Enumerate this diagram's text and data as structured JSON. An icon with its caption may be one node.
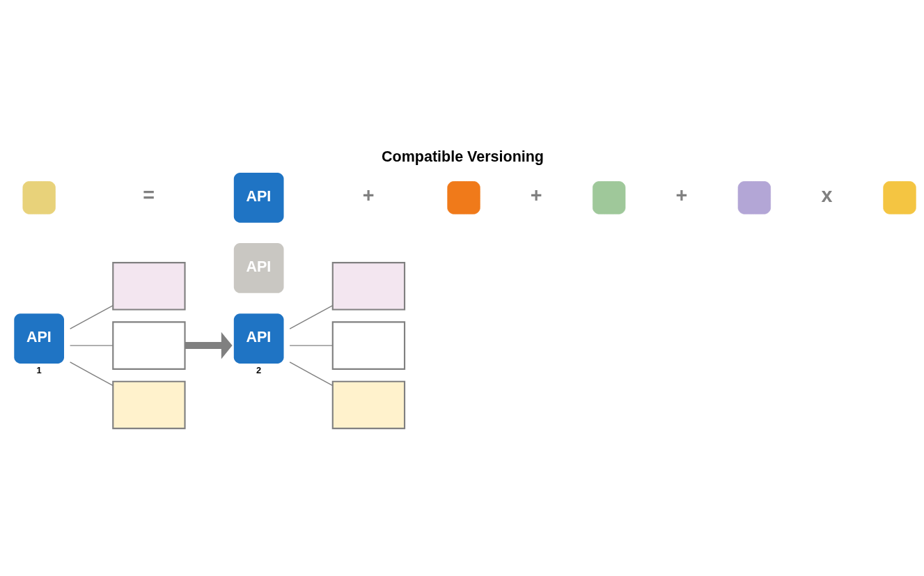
{
  "diagram": {
    "title": "Compatible Versioning",
    "nodes": [
      {
        "text": [
          "API"
        ],
        "beside": [
          "1"
        ]
      },
      {
        "text": [],
        "shape": "box"
      },
      {
        "text": [],
        "shape": "box"
      },
      {
        "text": [],
        "shape": "box"
      },
      {
        "text": [
          "API"
        ]
      },
      {
        "text": [
          "API"
        ],
        "beside": [
          "2"
        ]
      },
      {
        "text": [],
        "shape": "box"
      },
      {
        "text": [],
        "shape": "box"
      },
      {
        "text": [],
        "shape": "box"
      },
      {
        "text": [],
        "shape": "box"
      },
      {
        "text": [
          "API"
        ]
      },
      {
        "text": [],
        "shape": "box"
      },
      {
        "text": [],
        "shape": "box"
      },
      {
        "text": [],
        "shape": "box"
      },
      {
        "text": [],
        "shape": "box"
      }
    ],
    "edges": [
      {
        "from": 0,
        "to": 1,
        "arrow": "none"
      },
      {
        "from": 0,
        "to": 2,
        "arrow": "none"
      },
      {
        "from": 0,
        "to": 3,
        "arrow": "none"
      },
      {
        "from": 2,
        "to": 5,
        "arrow": "to",
        "style": "thick"
      },
      {
        "from": 5,
        "to": 6,
        "arrow": "none"
      },
      {
        "from": 5,
        "to": 7,
        "arrow": "none"
      },
      {
        "from": 5,
        "to": 8,
        "arrow": "none"
      }
    ],
    "labels": [
      "=",
      "+",
      "+",
      "+",
      "x"
    ]
  }
}
